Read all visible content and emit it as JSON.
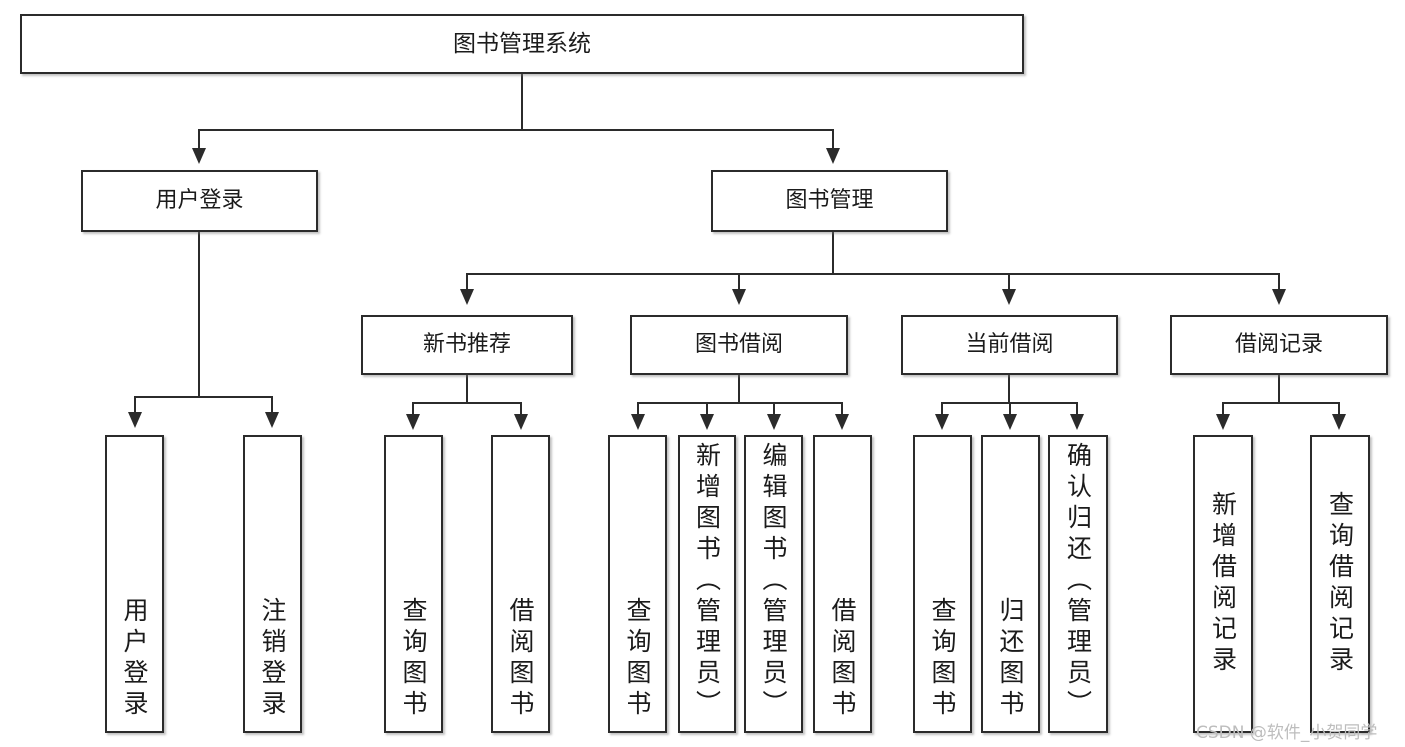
{
  "diagram": {
    "type": "tree-hierarchy-chart",
    "title_node": "图书管理系统",
    "watermark": "CSDN @软件_小贺同学",
    "colors": {
      "box_border": "#2b2b2b",
      "box_fill": "#ffffff",
      "connector": "#2b2b2b",
      "text": "#1b1b1b",
      "watermark": "#bdbdbd",
      "background": "#ffffff"
    },
    "nodes": {
      "root": {
        "label": "图书管理系统"
      },
      "level2": [
        {
          "label": "用户登录"
        },
        {
          "label": "图书管理"
        }
      ],
      "level3": [
        {
          "label": "新书推荐"
        },
        {
          "label": "图书借阅"
        },
        {
          "label": "当前借阅"
        },
        {
          "label": "借阅记录"
        }
      ],
      "leaves_user_login": [
        {
          "label": "用户登录"
        },
        {
          "label": "注销登录"
        }
      ],
      "leaves_new_book": [
        {
          "label": "查询图书"
        },
        {
          "label": "借阅图书"
        }
      ],
      "leaves_borrow": [
        {
          "label": "查询图书"
        },
        {
          "label": "新增图书（管理员）"
        },
        {
          "label": "编辑图书（管理员）"
        },
        {
          "label": "借阅图书"
        }
      ],
      "leaves_current": [
        {
          "label": "查询图书"
        },
        {
          "label": "归还图书"
        },
        {
          "label": "确认归还（管理员）"
        }
      ],
      "leaves_records": [
        {
          "label": "新增借阅记录"
        },
        {
          "label": "查询借阅记录"
        }
      ]
    }
  }
}
